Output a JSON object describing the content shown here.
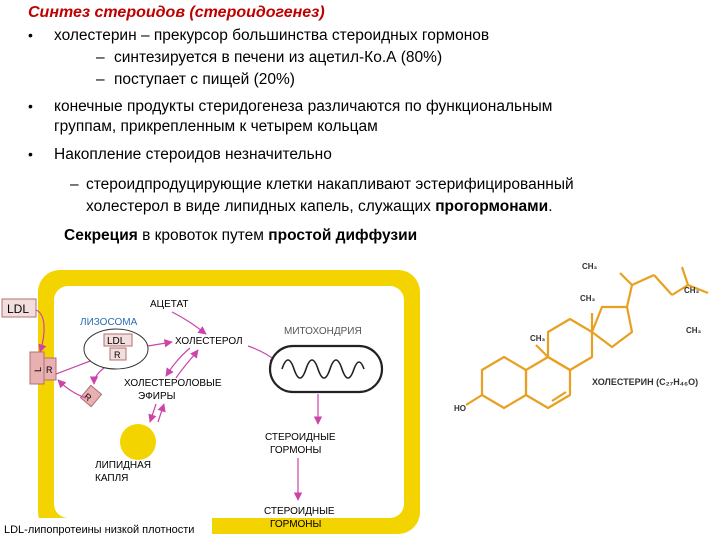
{
  "slide": {
    "title": "Синтез стероидов (стероидогенез)",
    "bullet1": "холестерин – прекурсор большинства стероидных гормонов",
    "sub1a": "синтезируется в печени из ацетил-Ко.А (80%)",
    "sub1b": "поступает с пищей (20%)",
    "bullet2_line1": "конечные продукты стеридогенеза  различаются по функциональным",
    "bullet2_line2": "группам, прикрепленным к четырем кольцам",
    "bullet3": "Накопление стероидов незначительно",
    "sub3_line1": "стероидпродуцирующие клетки накапливают эстерифицированный",
    "sub3_line2_a": "холестерол в виде липидных капель, служащих ",
    "sub3_line2_b": "прогормонами",
    "sub3_line2_c": ".",
    "secretion_a": "Секреция",
    "secretion_b": " в кровоток путем ",
    "secretion_c": "простой диффузии",
    "bullet_glyph": "•",
    "dash_glyph": "–"
  },
  "diagram": {
    "ldl_outside": "LDL",
    "ldl_receptor_a": "L",
    "ldl_receptor_b": "R",
    "receptor_inside": "R",
    "acetate": "АЦЕТАТ",
    "lysosome": "ЛИЗОСОМА",
    "ldl_in_lysosome": "LDL",
    "r_in_lysosome": "R",
    "cholesterol": "ХОЛЕСТЕРОЛ",
    "mitochondria": "МИТОХОНДРИЯ",
    "cholesterol_esters_line1": "ХОЛЕСТЕРОЛОВЫЕ",
    "cholesterol_esters_line2": "ЭФИРЫ",
    "steroid_hormones_in_line1": "СТЕРОИДНЫЕ",
    "steroid_hormones_in_line2": "ГОРМОНЫ",
    "lipid_drop_line1": "ЛИПИДНАЯ",
    "lipid_drop_line2": "КАПЛЯ",
    "steroid_hormones_out_line1": "СТЕРОИДНЫЕ",
    "steroid_hormones_out_line2": "ГОРМОНЫ",
    "footnote": "LDL-липопротеины низкой плотности",
    "colors": {
      "membrane": "#f0d000",
      "arrow": "#cc44aa",
      "lysosome_text": "#2a6db5",
      "receptor": "#b07070"
    }
  },
  "structure": {
    "ch3_a": "CH₃",
    "ch3_b": "CH₃",
    "ch3_c": "CH₃",
    "ch3_d": "CH₃",
    "ch3_e": "CH₃",
    "ho": "HO",
    "caption": "ХОЛЕСТЕРИН (C₂₇H₄₆O)",
    "colors": {
      "bond": "#e8a020",
      "text": "#333333"
    }
  }
}
